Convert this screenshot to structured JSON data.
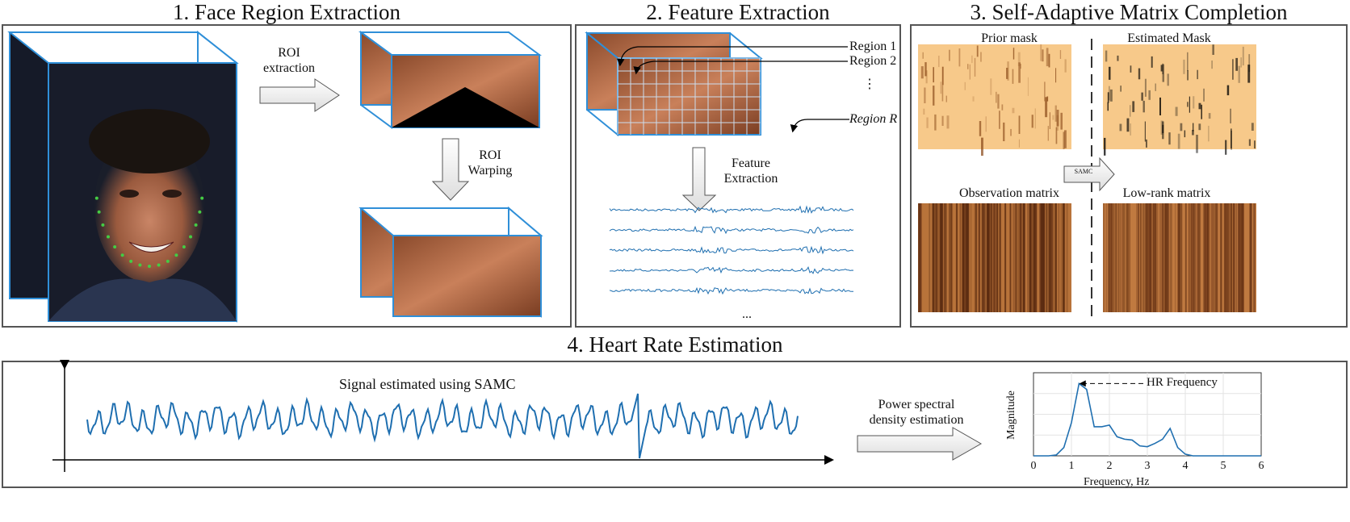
{
  "panels": {
    "face": {
      "title": "1. Face Region Extraction",
      "roi_extraction": "ROI\nextraction",
      "roi_warping": "ROI\nWarping"
    },
    "feature": {
      "title": "2. Feature Extraction",
      "regions": [
        "Region 1",
        "Region 2",
        "⋮",
        "Region R"
      ],
      "arrow_label": "Feature\nExtraction",
      "ellipsis": "..."
    },
    "samc": {
      "title": "3. Self-Adaptive Matrix Completion",
      "prior_mask": "Prior mask",
      "estimated_mask": "Estimated Mask",
      "observation_matrix": "Observation matrix",
      "low_rank_matrix": "Low-rank matrix",
      "arrow_label": "SAMC"
    },
    "hr": {
      "title": "4. Heart Rate Estimation",
      "signal_label": "Signal estimated using SAMC",
      "psd_label": "Power spectral\ndensity estimation"
    }
  },
  "colors": {
    "signal": "#1f6fb0",
    "box_edge": "#2f8fd8",
    "mask": "#f7c98a",
    "matrix": "#b8733a"
  },
  "chart_data": {
    "type": "line",
    "xlabel": "Frequency, Hz",
    "ylabel": "Magnitude",
    "xlim": [
      0,
      6
    ],
    "ylim": [
      0,
      1
    ],
    "xticks": [
      "0",
      "1",
      "2",
      "3",
      "4",
      "5",
      "6"
    ],
    "grid": true,
    "annotation": "HR Frequency",
    "x": [
      0,
      0.4,
      0.6,
      0.8,
      1.0,
      1.2,
      1.4,
      1.6,
      1.8,
      2.0,
      2.2,
      2.4,
      2.6,
      2.8,
      3.0,
      3.2,
      3.4,
      3.6,
      3.8,
      4.0,
      4.2,
      5,
      6
    ],
    "y": [
      0,
      0,
      0.01,
      0.1,
      0.4,
      0.87,
      0.8,
      0.35,
      0.35,
      0.37,
      0.23,
      0.2,
      0.19,
      0.12,
      0.11,
      0.15,
      0.2,
      0.33,
      0.1,
      0.02,
      0,
      0,
      0
    ]
  }
}
